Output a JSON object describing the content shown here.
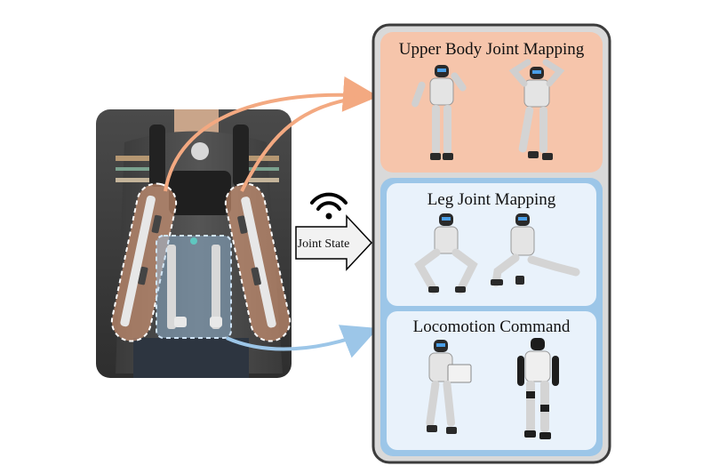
{
  "panels": {
    "upper_body": {
      "title": "Upper Body Joint Mapping"
    },
    "leg": {
      "title": "Leg Joint Mapping"
    },
    "locomotion": {
      "title": "Locomotion Command"
    }
  },
  "transmission": {
    "label": "Joint State",
    "icon": "wifi-icon"
  },
  "colors": {
    "upper_body_accent": "#f3a981",
    "upper_body_fill": "#f6c5ab",
    "leg_accent": "#9cc6e8",
    "panel_fill": "#e9f2fb",
    "outer_frame": "#3c3c3c"
  }
}
